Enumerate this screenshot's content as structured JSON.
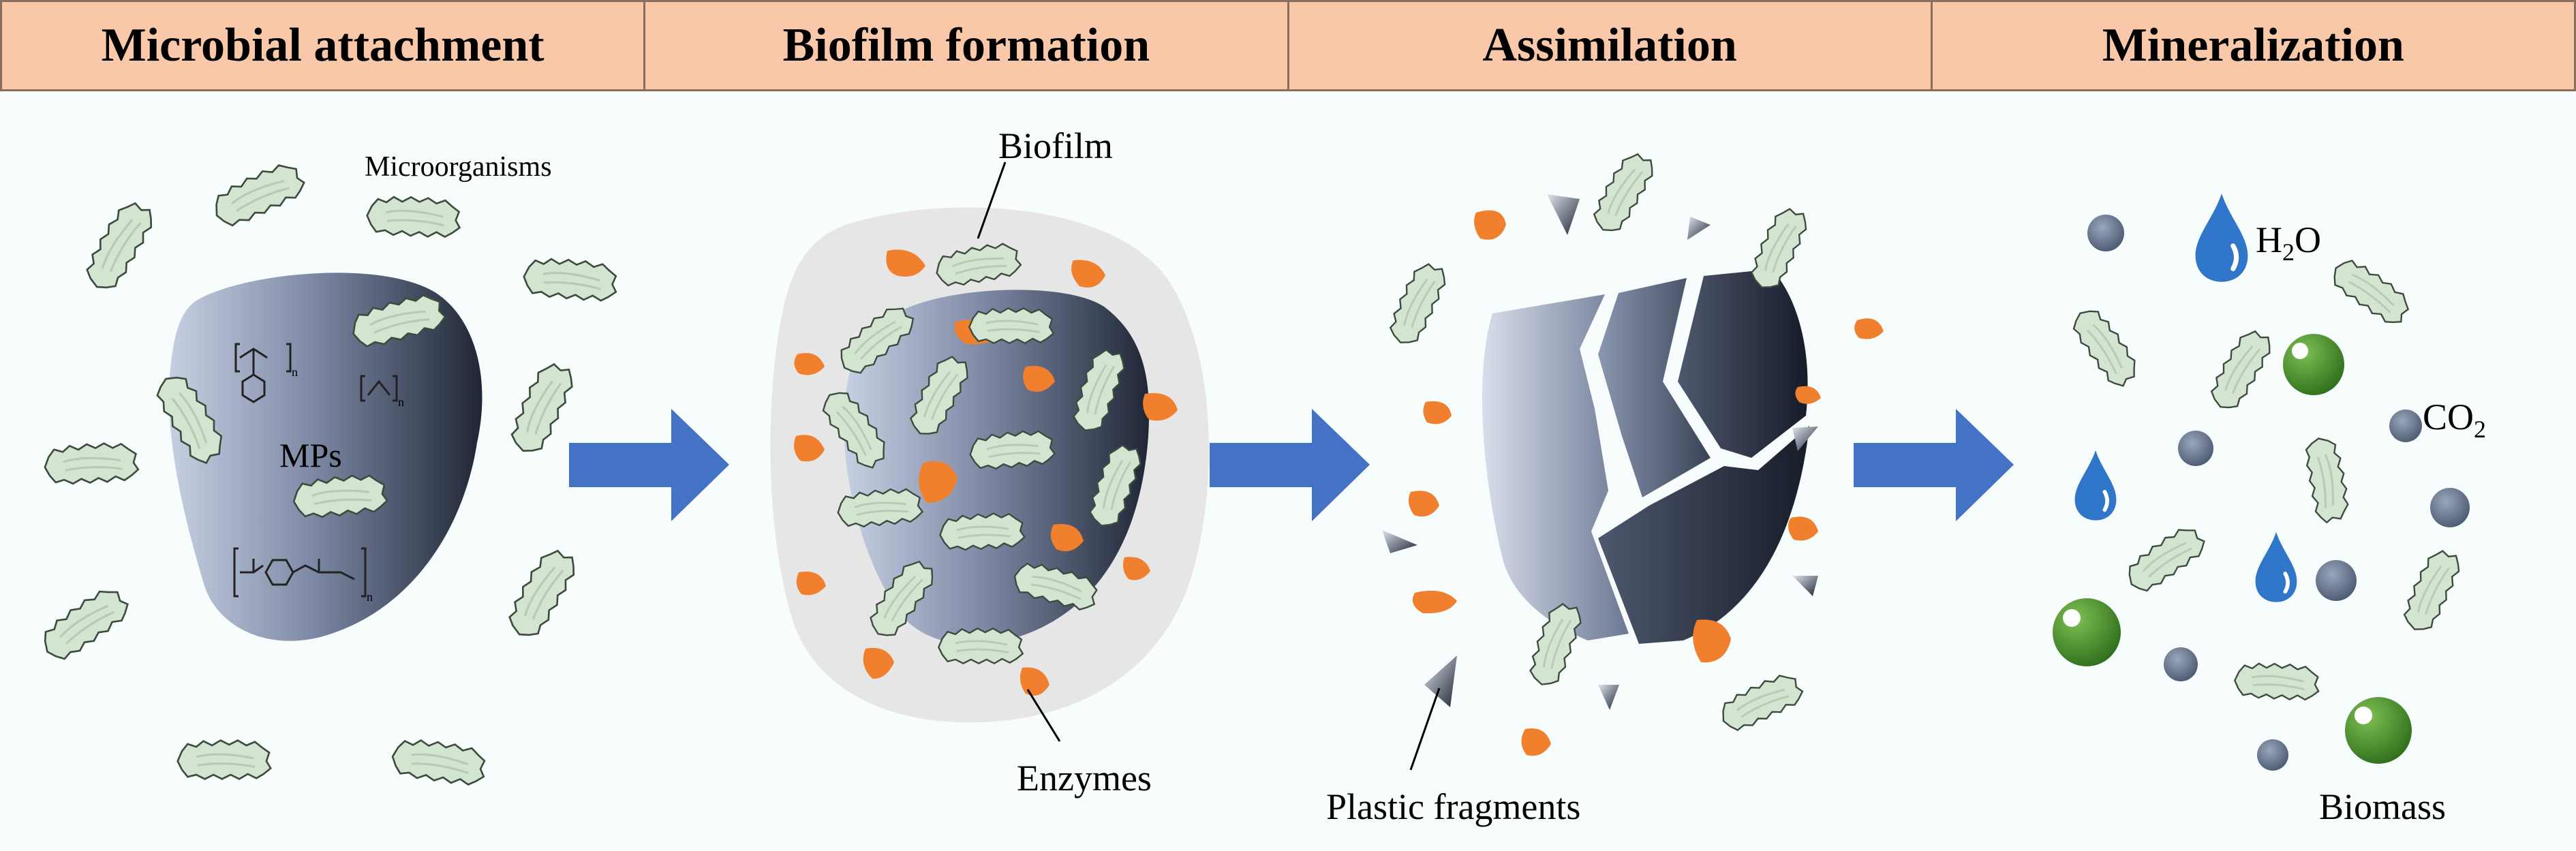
{
  "stages": [
    {
      "name": "stage-microbial-attachment",
      "title": "Microbial attachment"
    },
    {
      "name": "stage-biofilm-formation",
      "title": "Biofilm formation"
    },
    {
      "name": "stage-assimilation",
      "title": "Assimilation"
    },
    {
      "name": "stage-mineralization",
      "title": "Mineralization"
    }
  ],
  "labels": {
    "microorganisms": "Microorganisms",
    "mps": "MPs",
    "biofilm": "Biofilm",
    "enzymes": "Enzymes",
    "plastic_fragments": "Plastic fragments",
    "h2o_main": "H",
    "h2o_sub": "2",
    "h2o_tail": "O",
    "co2_main": "CO",
    "co2_sub": "2",
    "biomass": "Biomass",
    "polymer_n1": "n",
    "polymer_n2": "n",
    "polymer_n3": "n"
  },
  "colors": {
    "header_fill": "#f8c8a8",
    "arrow": "#4472c4",
    "microbe": "#d3e4d0",
    "enzyme": "#f07f2e",
    "biofilm": "#e6e6e6",
    "water": "#2f75c9",
    "biomass": "#4a8a2c",
    "co2_dot": "#6a7a90"
  }
}
